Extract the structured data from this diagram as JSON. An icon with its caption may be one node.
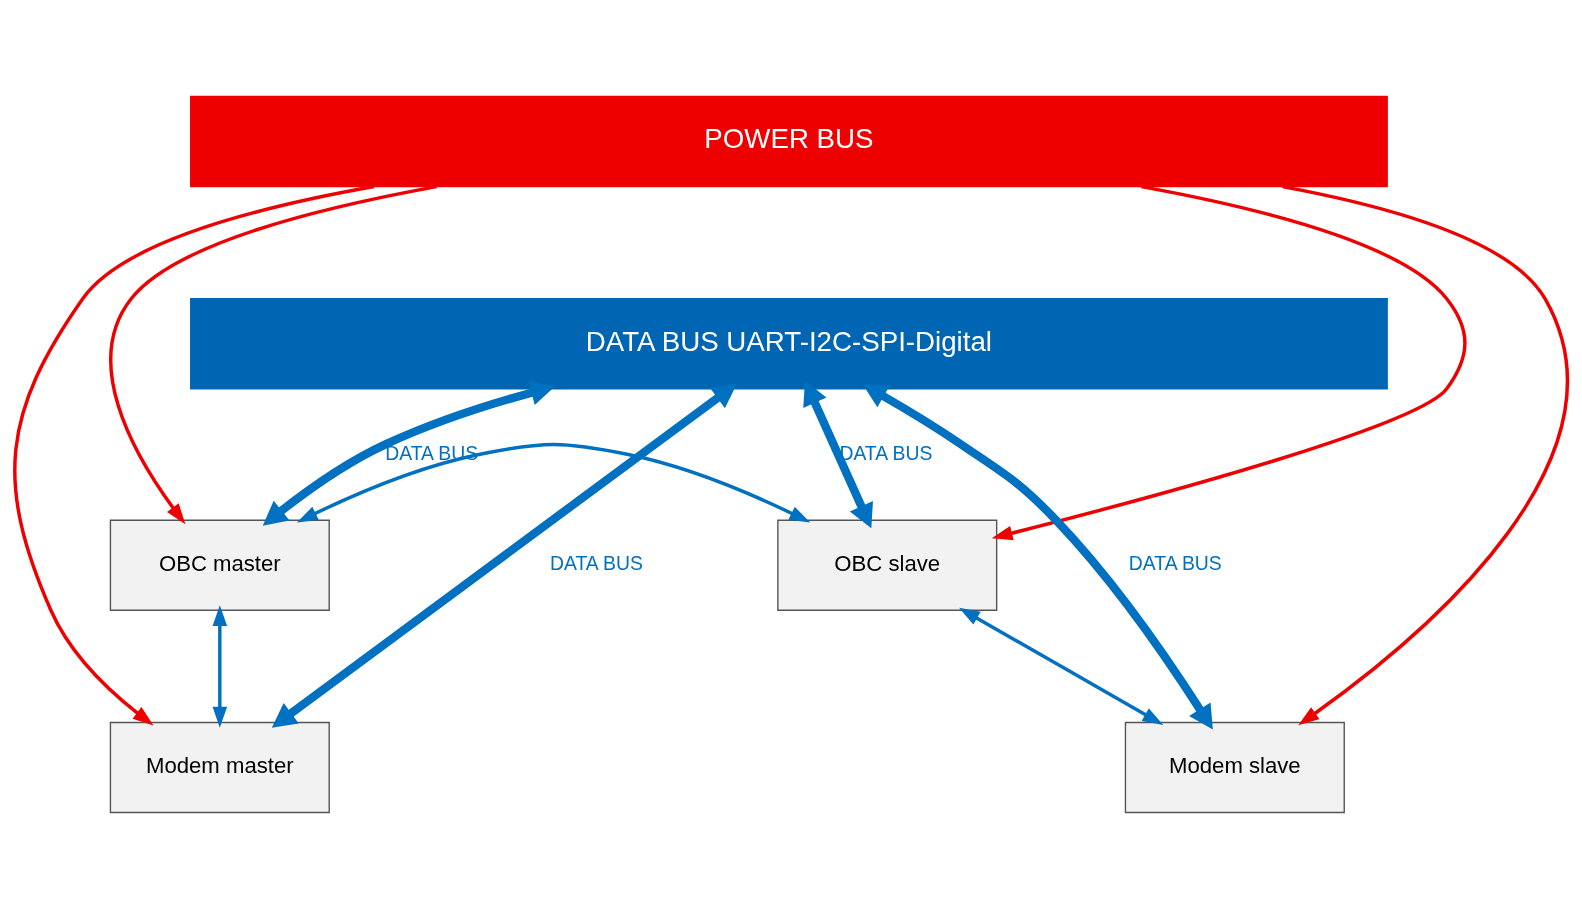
{
  "diagram": {
    "nodes": [
      {
        "text": [
          "POWER BUS"
        ]
      },
      {
        "text": [
          "DATA BUS UART-I2C-SPI-Digital"
        ]
      },
      {
        "text": [
          "OBC master"
        ]
      },
      {
        "text": [
          "OBC slave"
        ]
      },
      {
        "text": [
          "Modem master"
        ]
      },
      {
        "text": [
          "Modem slave"
        ]
      }
    ],
    "edges": [
      {
        "from": 0,
        "to": 2,
        "arrow": "to",
        "color": "#ee0000"
      },
      {
        "from": 0,
        "to": 4,
        "arrow": "to",
        "color": "#ee0000"
      },
      {
        "from": 0,
        "to": 3,
        "arrow": "to",
        "color": "#ee0000"
      },
      {
        "from": 0,
        "to": 5,
        "arrow": "to",
        "color": "#ee0000"
      },
      {
        "from": 1,
        "to": 4,
        "arrow": "both",
        "label": "DATA BUS",
        "style": "thick"
      },
      {
        "from": 1,
        "to": 2,
        "arrow": "both",
        "label": "DATA BUS",
        "style": "thick"
      },
      {
        "from": 1,
        "to": 3,
        "arrow": "both",
        "label": "DATA BUS",
        "style": "thick"
      },
      {
        "from": 1,
        "to": 5,
        "arrow": "both",
        "label": "DATA BUS",
        "style": "thick"
      },
      {
        "from": 2,
        "to": 3,
        "arrow": "both"
      },
      {
        "from": 2,
        "to": 4,
        "arrow": "both"
      },
      {
        "from": 3,
        "to": 5,
        "arrow": "both"
      }
    ]
  }
}
